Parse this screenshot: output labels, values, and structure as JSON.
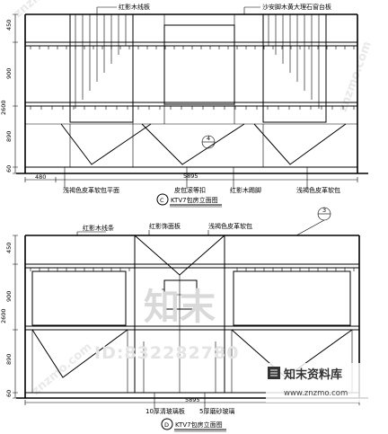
{
  "watermark": {
    "site_diag": "znzmo.com",
    "brand_big": "知末",
    "id_label": "ID:832282780"
  },
  "elevation_c": {
    "label_top_left": "红影木线板",
    "label_top_right": "沙安脚木黄大理石窗台板",
    "dim_v": [
      "450",
      "900",
      "2600",
      "890",
      "60"
    ],
    "dim_h_left": "480",
    "dim_h_total": "5895",
    "label_bottom_1": "浅褐色皮革软包平面",
    "label_bottom_2": "皮包滚等扣",
    "label_bottom_3": "红影木踢脚",
    "label_bottom_4": "浅褐色皮革软包",
    "ref_marker": "C",
    "title": "KTV7包房立面图",
    "callout": "4"
  },
  "elevation_d": {
    "label_top_1": "红影木线条",
    "label_top_2": "红影饰面板",
    "label_top_3": "浅褐色皮革软包",
    "dim_v": [
      "450",
      "900",
      "2600",
      "890",
      "60"
    ],
    "dim_h_total": "5895",
    "label_bottom_1": "10厚清玻璃板",
    "label_bottom_2": "5厚磨砂玻璃",
    "ref_marker": "D",
    "title": "KTV7包房立面图",
    "callout_right": "3"
  },
  "logo": {
    "brand": "知末资料库",
    "url": "www.znzmo.com"
  }
}
